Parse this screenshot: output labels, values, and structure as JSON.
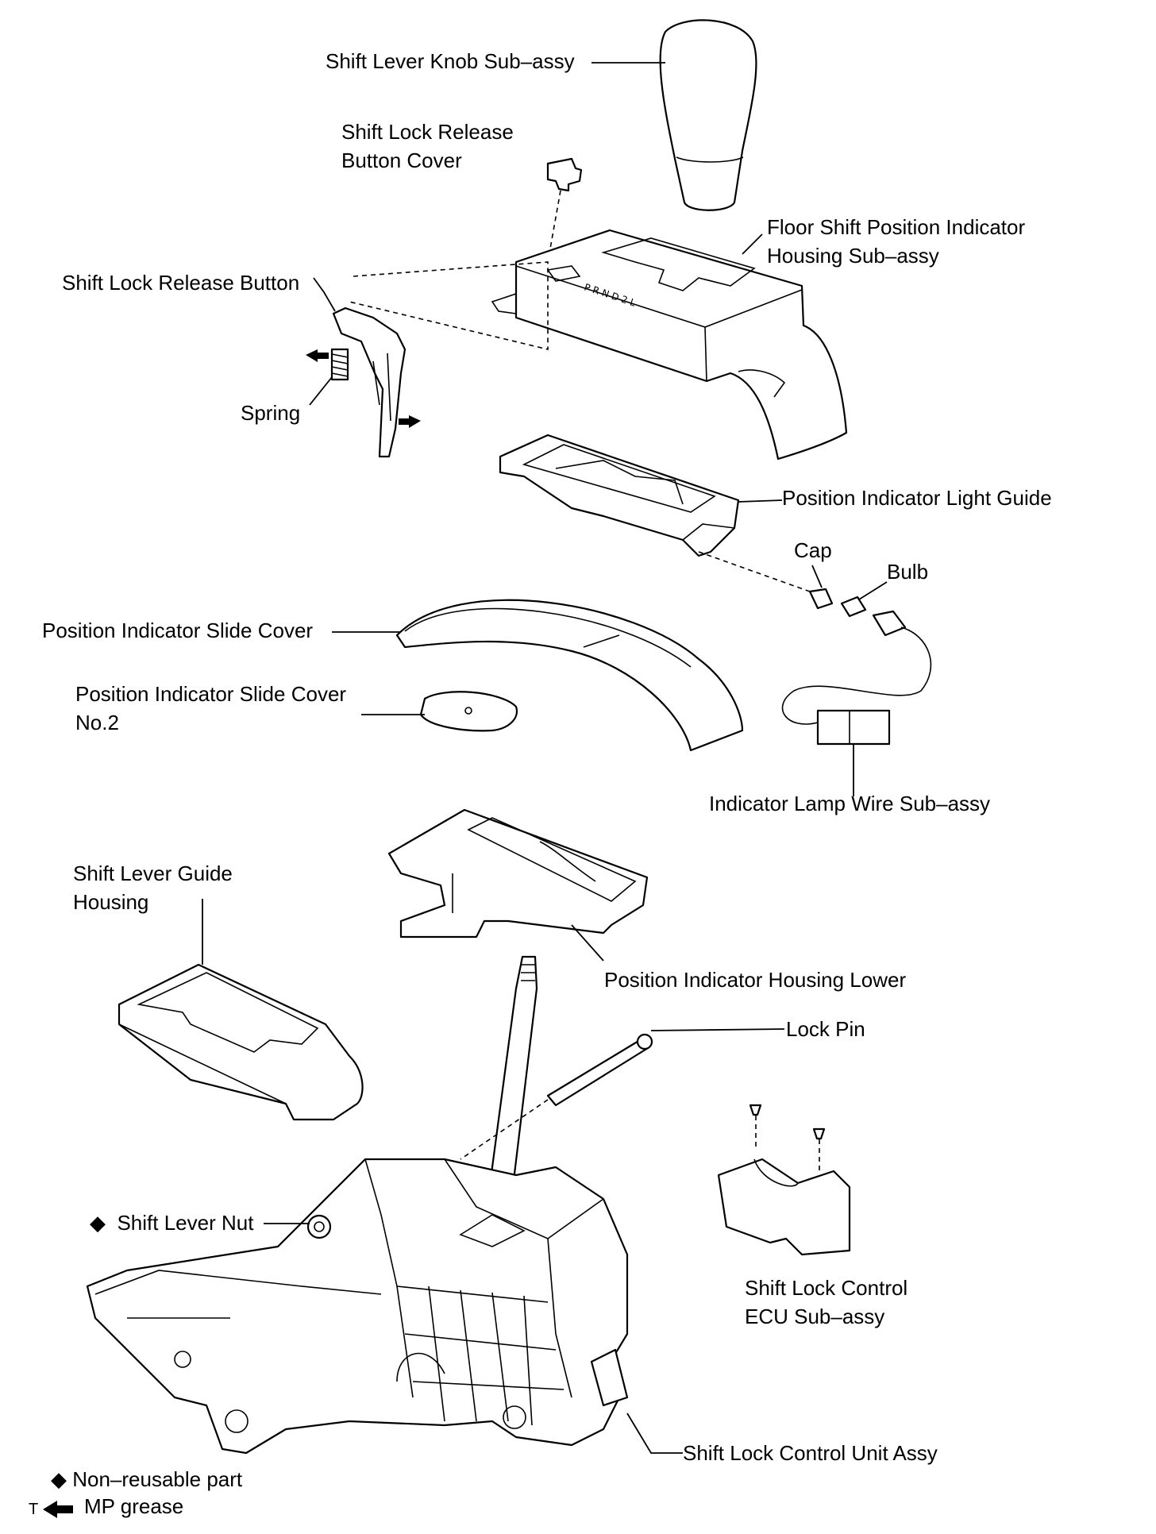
{
  "diagram": {
    "labels": {
      "shift_lever_knob": "Shift Lever Knob Sub–assy",
      "release_button_cover_1": "Shift Lock Release",
      "release_button_cover_2": "Button Cover",
      "floor_shift_1": "Floor  Shift  Position  Indicator",
      "floor_shift_2": "Housing Sub–assy",
      "release_button": "Shift Lock Release Button",
      "spring": "Spring",
      "light_guide": "Position Indicator Light Guide",
      "cap": "Cap",
      "bulb": "Bulb",
      "slide_cover": "Position Indicator Slide Cover",
      "slide_cover2_1": "Position  Indicator  Slide  Cover",
      "slide_cover2_2": "No.2",
      "lamp_wire": "Indicator Lamp Wire Sub–assy",
      "guide_housing_1": "Shift Lever Guide",
      "guide_housing_2": "Housing",
      "housing_lower": "Position Indicator Housing Lower",
      "lock_pin": "Lock Pin",
      "lever_nut": "Shift Lever Nut",
      "ecu_1": "Shift Lock Control",
      "ecu_2": "ECU Sub–assy",
      "control_unit": "Shift Lock Control Unit Assy"
    },
    "legend": {
      "non_reusable_symbol": "◆",
      "non_reusable": "Non–reusable part",
      "grease_prefix": "T",
      "grease": "MP grease"
    }
  }
}
